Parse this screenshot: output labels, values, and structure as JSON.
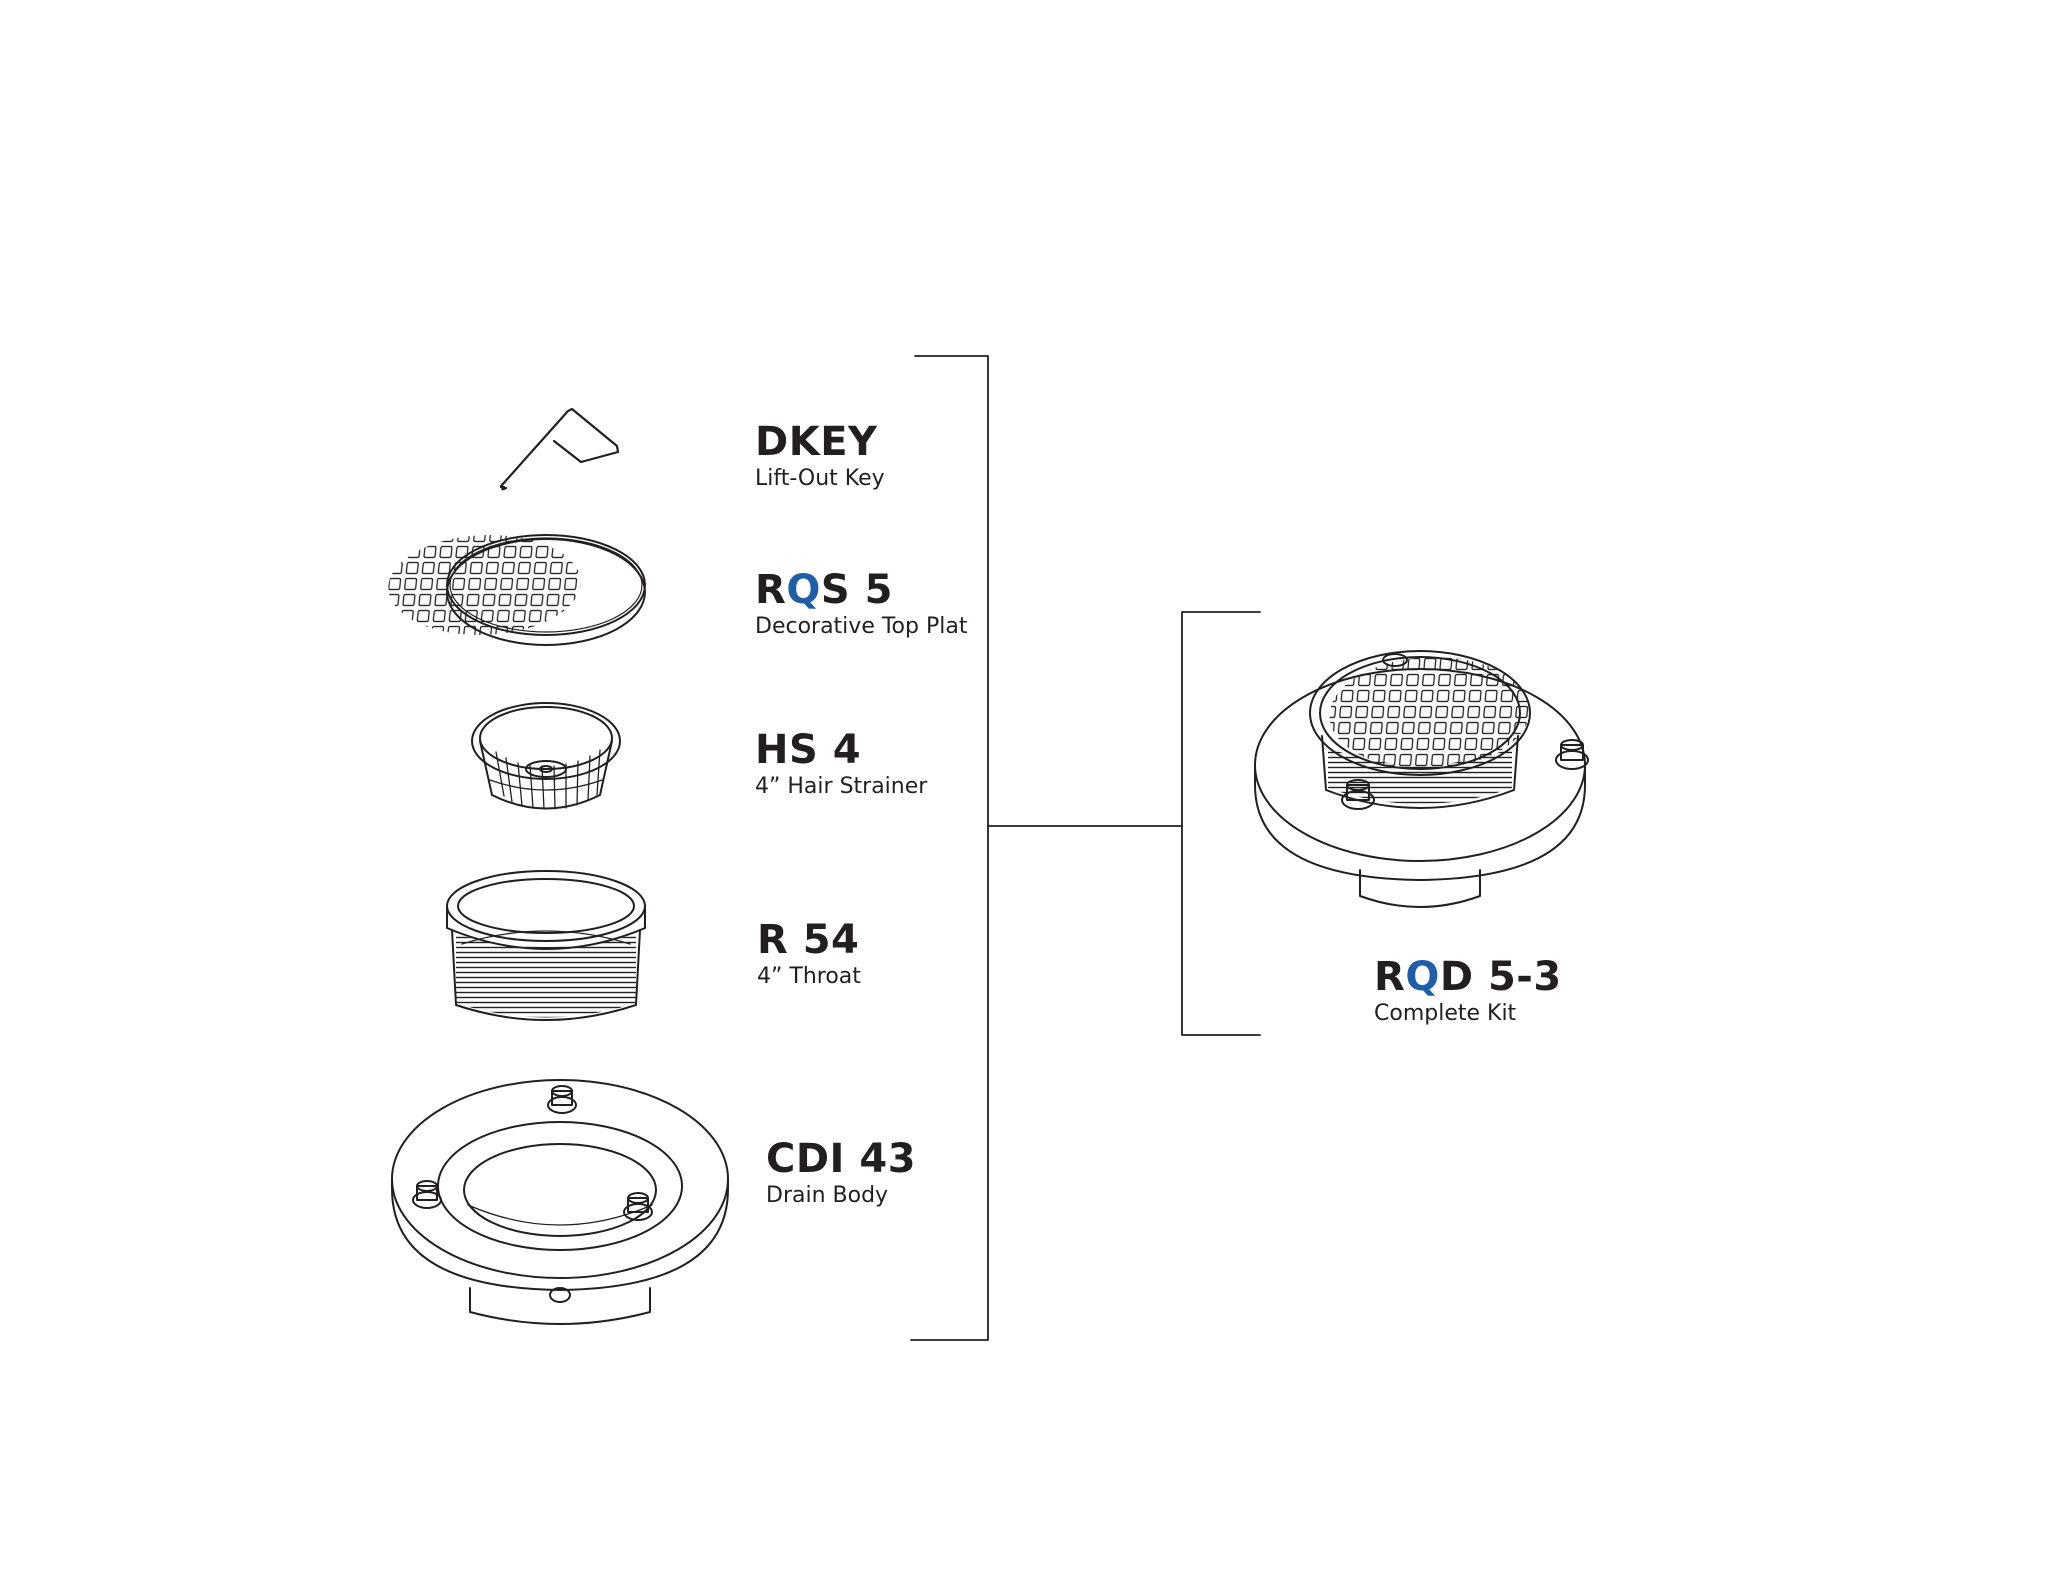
{
  "components": [
    {
      "code": "DKEY",
      "description": "Lift-Out Key"
    },
    {
      "code_pre": "R",
      "code_accent": "Q",
      "code_post": "S 5",
      "description": "Decorative Top Plat"
    },
    {
      "code": "HS 4",
      "description": "4” Hair Strainer"
    },
    {
      "code": "R 54",
      "description": "4” Throat"
    },
    {
      "code": "CDI 43",
      "description": "Drain Body"
    }
  ],
  "kit": {
    "code_pre": "R",
    "code_accent": "Q",
    "code_post": "D 5-3",
    "description": "Complete Kit"
  },
  "colors": {
    "ink": "#231f20",
    "accent": "#1f5fa8",
    "line": "#231f20"
  },
  "icons": [
    "lift-out-key-icon",
    "grate-plate-icon",
    "hair-strainer-icon",
    "throat-icon",
    "drain-body-icon",
    "complete-drain-icon"
  ]
}
